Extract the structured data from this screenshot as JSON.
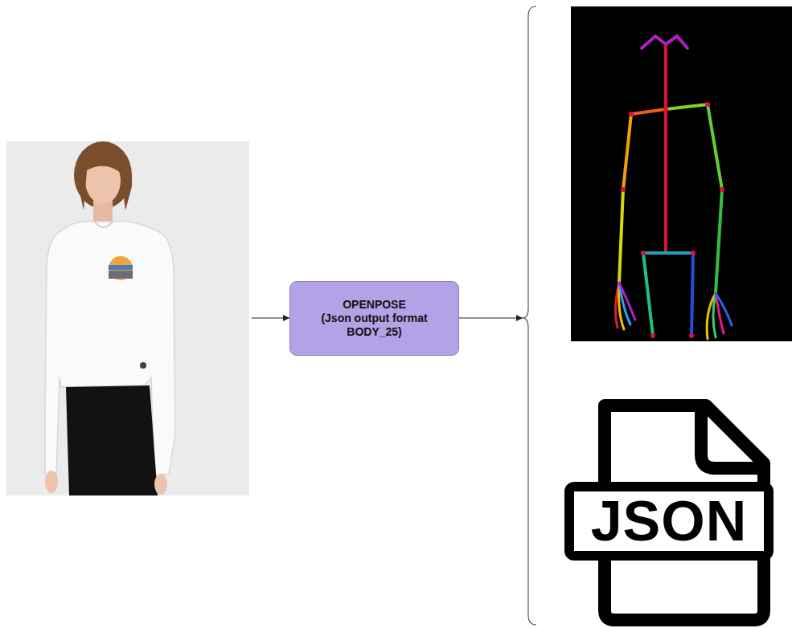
{
  "diagram": {
    "nodes": [
      {
        "text": [
          "OPENPOSE",
          "(Json output format BODY_25)"
        ]
      },
      {
        "text": [
          "JSON"
        ]
      }
    ]
  }
}
